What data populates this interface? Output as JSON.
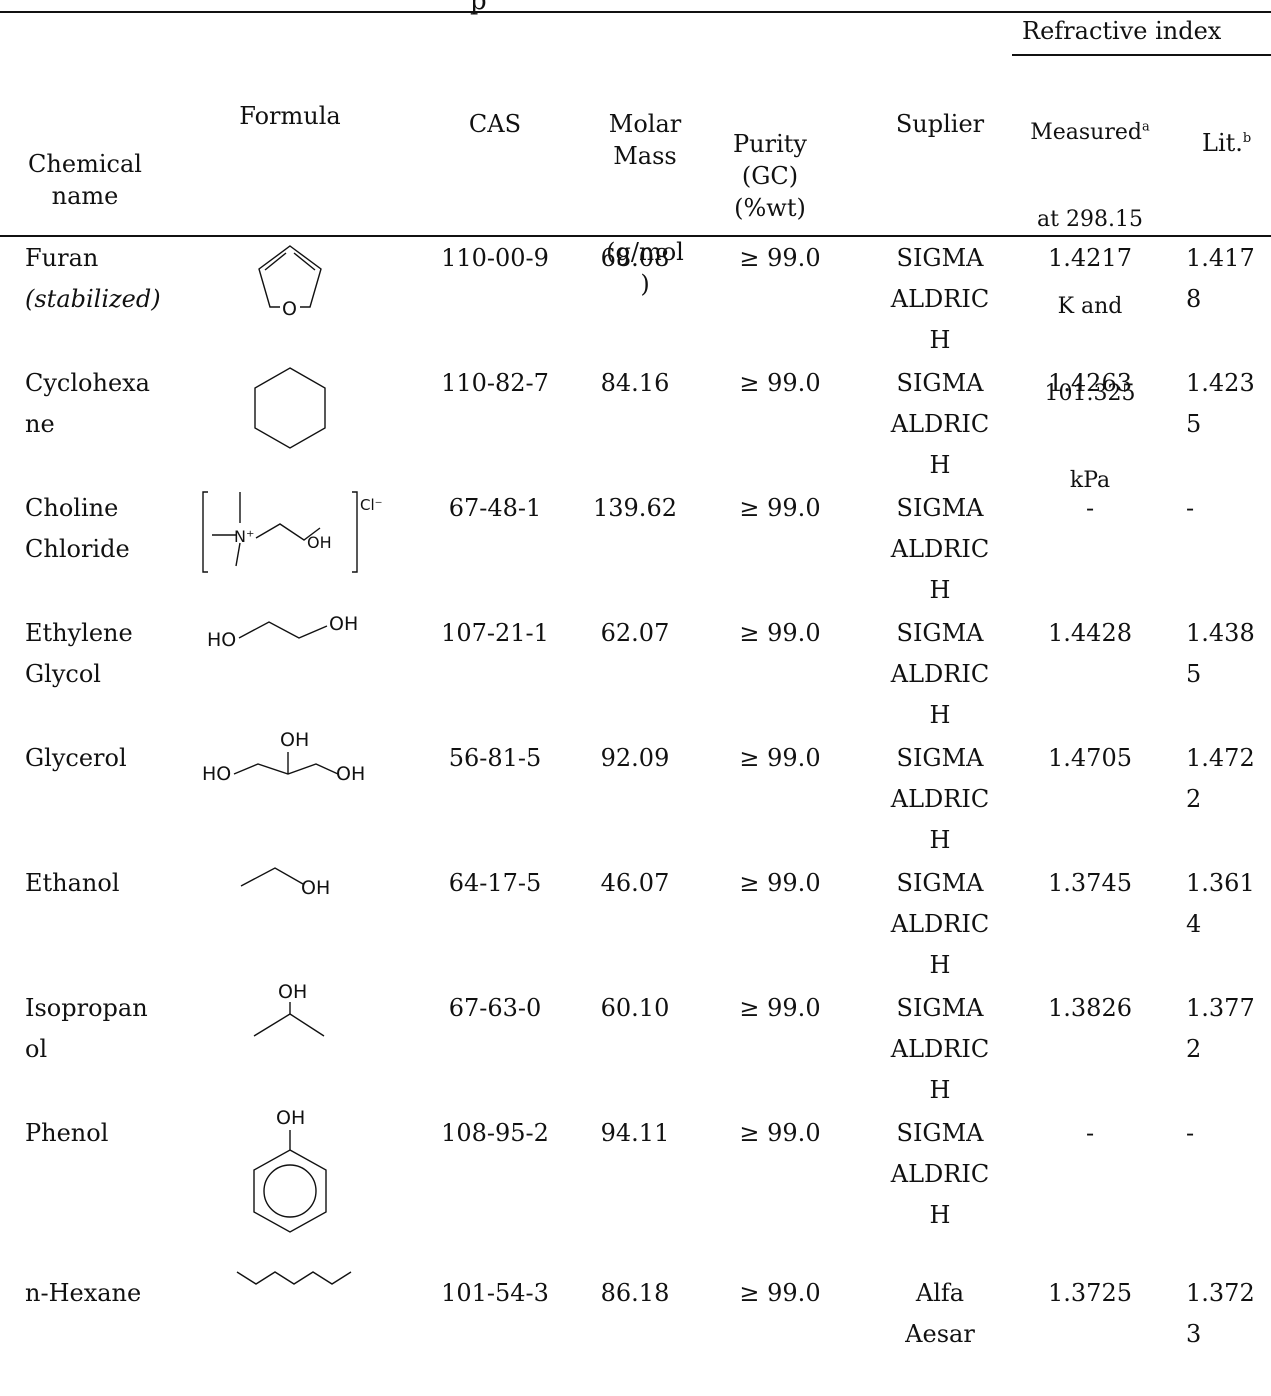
{
  "caption_fragment": "p",
  "headers": {
    "chemical_name": [
      "Chemical",
      "name"
    ],
    "formula": "Formula",
    "cas": "CAS",
    "molar_mass": [
      "Molar",
      "Mass",
      "(g/mol",
      ")"
    ],
    "purity": [
      "Purity",
      "(GC)",
      "(%wt)"
    ],
    "supplier": "Suplier",
    "refractive_index": "Refractive index",
    "measured": [
      "Measured",
      "at 298.15",
      "K and",
      "101.325",
      "kPa"
    ],
    "measured_sup": "a",
    "lit": "Lit.",
    "lit_sup": "b"
  },
  "rows": [
    {
      "name": [
        "Furan",
        "(stabilized)"
      ],
      "molecule": "furan-structure",
      "cas": "110-00-9",
      "mass": "68.08",
      "purity": "≥ 99.0",
      "supplier": [
        "SIGMA",
        "ALDRIC",
        "H"
      ],
      "measured": "1.4217",
      "lit": [
        "1.417",
        "8"
      ]
    },
    {
      "name": [
        "Cyclohexa",
        "ne"
      ],
      "molecule": "cyclohexane-structure",
      "cas": "110-82-7",
      "mass": "84.16",
      "purity": "≥ 99.0",
      "supplier": [
        "SIGMA",
        "ALDRIC",
        "H"
      ],
      "measured": "1.4263",
      "lit": [
        "1.423",
        "5"
      ]
    },
    {
      "name": [
        "Choline",
        "Chloride"
      ],
      "molecule": "choline-chloride-structure",
      "cas": "67-48-1",
      "mass": "139.62",
      "purity": "≥ 99.0",
      "supplier": [
        "SIGMA",
        "ALDRIC",
        "H"
      ],
      "measured": "-",
      "lit": [
        "-",
        ""
      ]
    },
    {
      "name": [
        "Ethylene",
        "Glycol"
      ],
      "molecule": "ethylene-glycol-structure",
      "cas": "107-21-1",
      "mass": "62.07",
      "purity": "≥ 99.0",
      "supplier": [
        "SIGMA",
        "ALDRIC",
        "H"
      ],
      "measured": "1.4428",
      "lit": [
        "1.438",
        "5"
      ]
    },
    {
      "name": [
        "Glycerol",
        ""
      ],
      "molecule": "glycerol-structure",
      "cas": "56-81-5",
      "mass": "92.09",
      "purity": "≥ 99.0",
      "supplier": [
        "SIGMA",
        "ALDRIC",
        "H"
      ],
      "measured": "1.4705",
      "lit": [
        "1.472",
        "2"
      ]
    },
    {
      "name": [
        "Ethanol",
        ""
      ],
      "molecule": "ethanol-structure",
      "cas": "64-17-5",
      "mass": "46.07",
      "purity": "≥ 99.0",
      "supplier": [
        "SIGMA",
        "ALDRIC",
        "H"
      ],
      "measured": "1.3745",
      "lit": [
        "1.361",
        "4"
      ]
    },
    {
      "name": [
        "Isopropan",
        "ol"
      ],
      "molecule": "isopropanol-structure",
      "cas": "67-63-0",
      "mass": "60.10",
      "purity": "≥ 99.0",
      "supplier": [
        "SIGMA",
        "ALDRIC",
        "H"
      ],
      "measured": "1.3826",
      "lit": [
        "1.377",
        "2"
      ]
    },
    {
      "name": [
        "Phenol",
        ""
      ],
      "molecule": "phenol-structure",
      "cas": "108-95-2",
      "mass": "94.11",
      "purity": "≥ 99.0",
      "supplier": [
        "SIGMA",
        "ALDRIC",
        "H"
      ],
      "measured": "-",
      "lit": [
        "-",
        ""
      ]
    },
    {
      "name": [
        "n-Hexane",
        ""
      ],
      "molecule": "n-hexane-structure",
      "cas": "101-54-3",
      "mass": "86.18",
      "purity": "≥ 99.0",
      "supplier": [
        "Alfa",
        "Aesar",
        ""
      ],
      "measured": "1.3725",
      "lit": [
        "1.372",
        "3"
      ]
    }
  ],
  "structure_labels": {
    "oxygen": "O",
    "nitrogen_plus": "N⁺",
    "hydroxyl": "OH",
    "hydroxyl_left": "HO",
    "chloride": "Cl⁻"
  }
}
